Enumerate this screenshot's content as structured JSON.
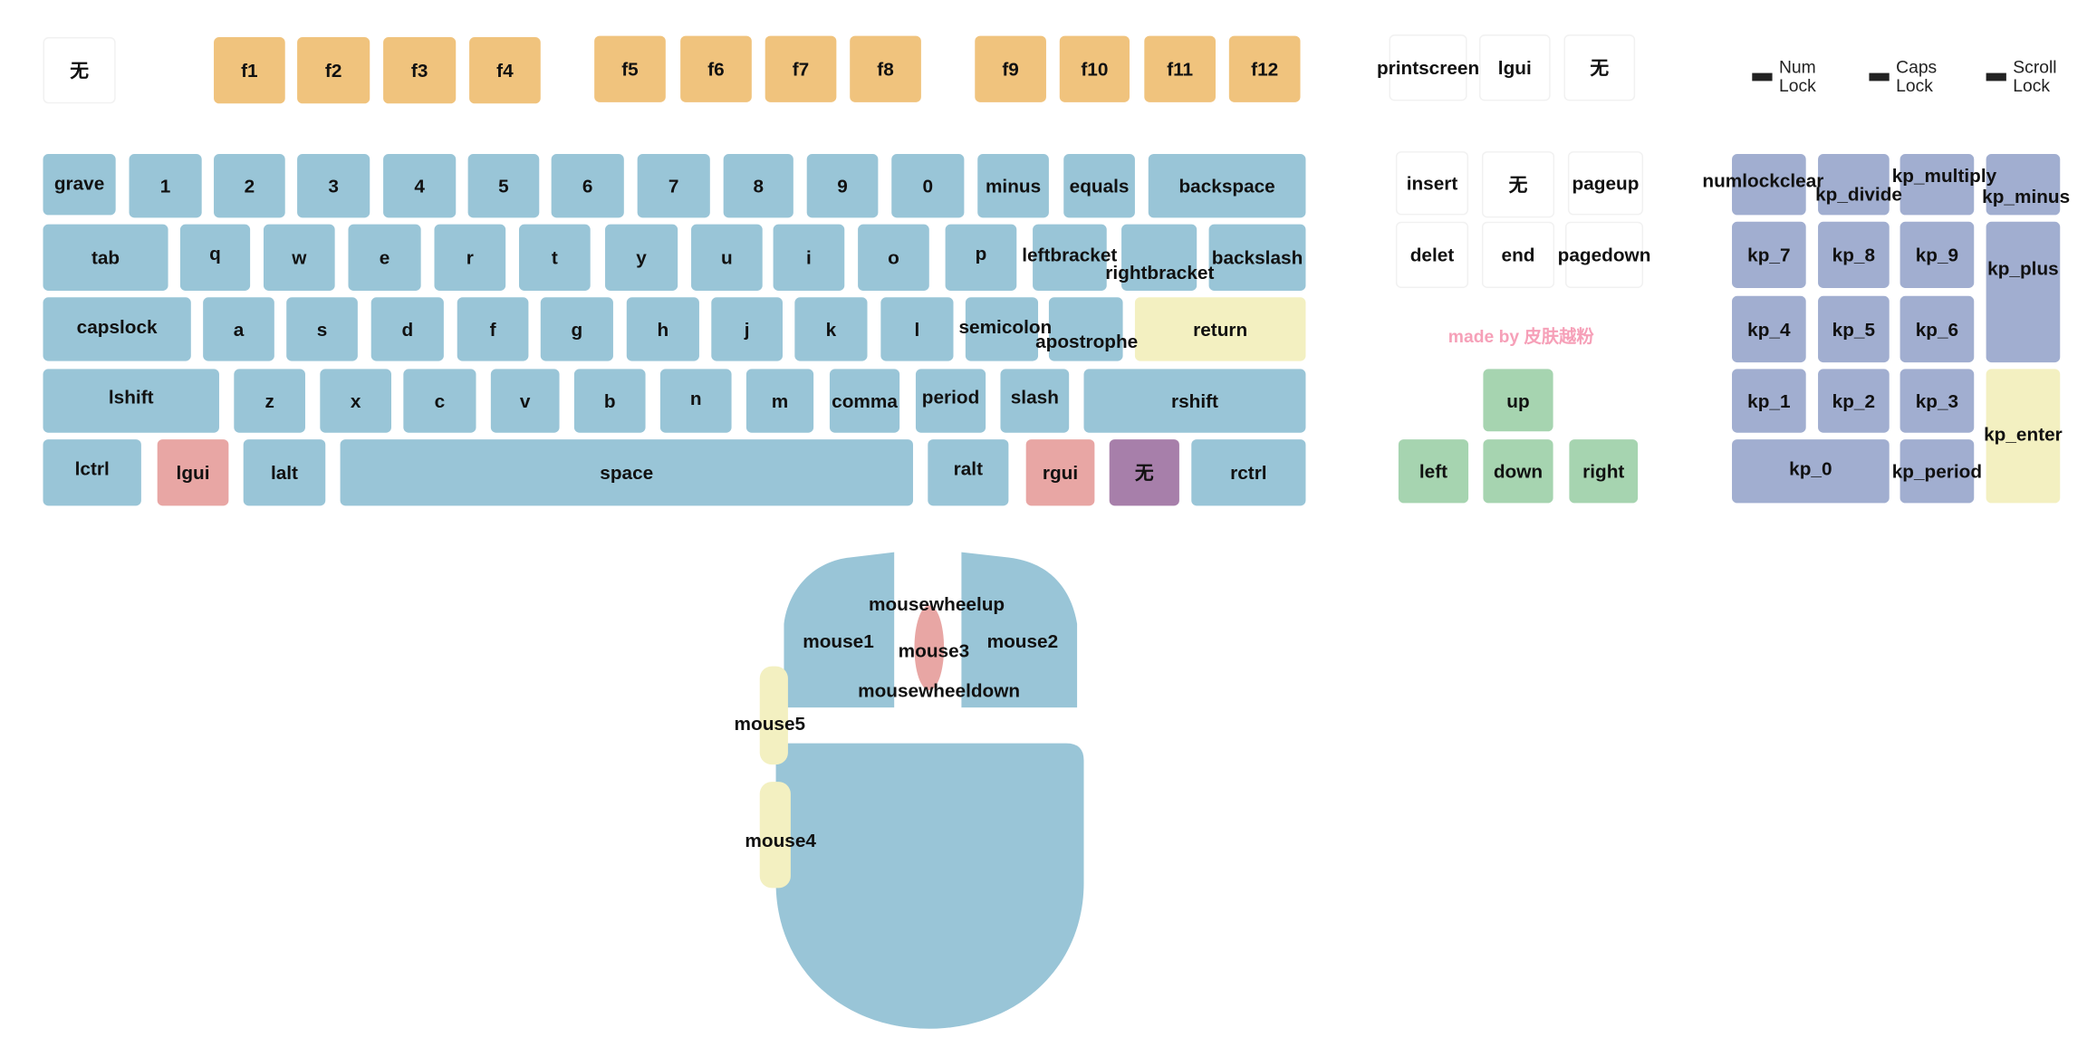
{
  "colors": {
    "blue": "#99c5d7",
    "orange": "#f0c37d",
    "pink": "#e8a6a4",
    "purple": "#a77faa",
    "yellow": "#f3f0c1",
    "green": "#a6d4b0",
    "slate": "#a1aed0",
    "credit": "#f6a0b8"
  },
  "fn_row": {
    "none": "无",
    "keys": [
      "f1",
      "f2",
      "f3",
      "f4",
      "f5",
      "f6",
      "f7",
      "f8",
      "f9",
      "f10",
      "f11",
      "f12"
    ]
  },
  "system_keys": {
    "printscreen": "printscreen",
    "lgui": "lgui",
    "none": "无"
  },
  "locks": {
    "num": "Num\nLock",
    "caps": "Caps\nLock",
    "scroll": "Scroll\nLock"
  },
  "main": {
    "row1": [
      "grave",
      "1",
      "2",
      "3",
      "4",
      "5",
      "6",
      "7",
      "8",
      "9",
      "0",
      "minus",
      "equals",
      "backspace"
    ],
    "row2": [
      "tab",
      "q",
      "w",
      "e",
      "r",
      "t",
      "y",
      "u",
      "i",
      "o",
      "p",
      "leftbracket",
      "rightbracket",
      "backslash"
    ],
    "row3": [
      "capslock",
      "a",
      "s",
      "d",
      "f",
      "g",
      "h",
      "j",
      "k",
      "l",
      "semicolon",
      "apostrophe",
      "return"
    ],
    "row4": [
      "lshift",
      "z",
      "x",
      "c",
      "v",
      "b",
      "n",
      "m",
      "comma",
      "period",
      "slash",
      "rshift"
    ],
    "row5": [
      "lctrl",
      "lgui",
      "lalt",
      "space",
      "ralt",
      "rgui",
      "无",
      "rctrl"
    ]
  },
  "nav": {
    "insert": "insert",
    "home": "无",
    "pageup": "pageup",
    "delete": "delet",
    "end": "end",
    "pagedown": "pagedown",
    "credit": "made by 皮肤越粉",
    "up": "up",
    "left": "left",
    "down": "down",
    "right": "right"
  },
  "numpad": {
    "numlockclear": "numlockclear",
    "divide": "kp_divide",
    "multiply": "kp_multiply",
    "minus": "kp_minus",
    "kp7": "kp_7",
    "kp8": "kp_8",
    "kp9": "kp_9",
    "plus": "kp_plus",
    "kp4": "kp_4",
    "kp5": "kp_5",
    "kp6": "kp_6",
    "kp1": "kp_1",
    "kp2": "kp_2",
    "kp3": "kp_3",
    "enter": "kp_enter",
    "kp0": "kp_0",
    "period": "kp_period"
  },
  "mouse": {
    "wheelup": "mousewheelup",
    "mouse1": "mouse1",
    "mouse3": "mouse3",
    "mouse2": "mouse2",
    "wheeldown": "mousewheeldown",
    "mouse5": "mouse5",
    "mouse4": "mouse4"
  }
}
